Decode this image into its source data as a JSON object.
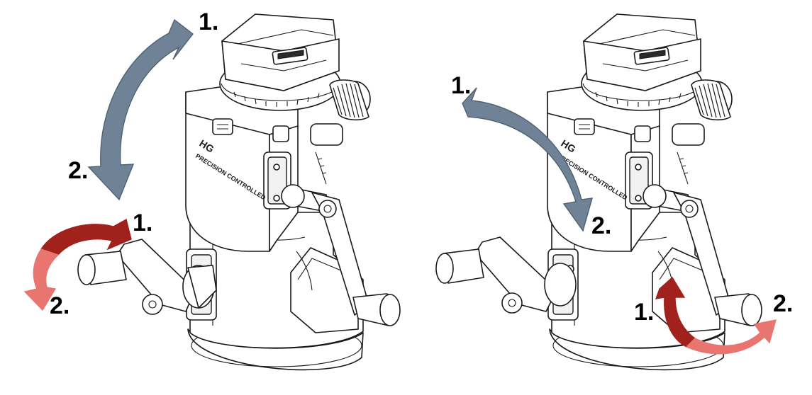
{
  "colors": {
    "tilt_arrow": "#6f8296",
    "tilt_arrow_edge": "#4f6273",
    "crank_arrow_dark": "#a1211d",
    "crank_arrow_light": "#e8756f",
    "line": "#1a1a1a"
  },
  "head_label": {
    "brand": "HG",
    "line1": "PRECISION CONTROLLED"
  },
  "panels": [
    {
      "name": "left",
      "steps": {
        "tilt_start": "1.",
        "tilt_end": "2.",
        "crank_start": "1.",
        "crank_end": "2."
      }
    },
    {
      "name": "right",
      "steps": {
        "tilt_start": "1.",
        "tilt_end": "2.",
        "crank_start": "1.",
        "crank_end": "2."
      }
    }
  ]
}
